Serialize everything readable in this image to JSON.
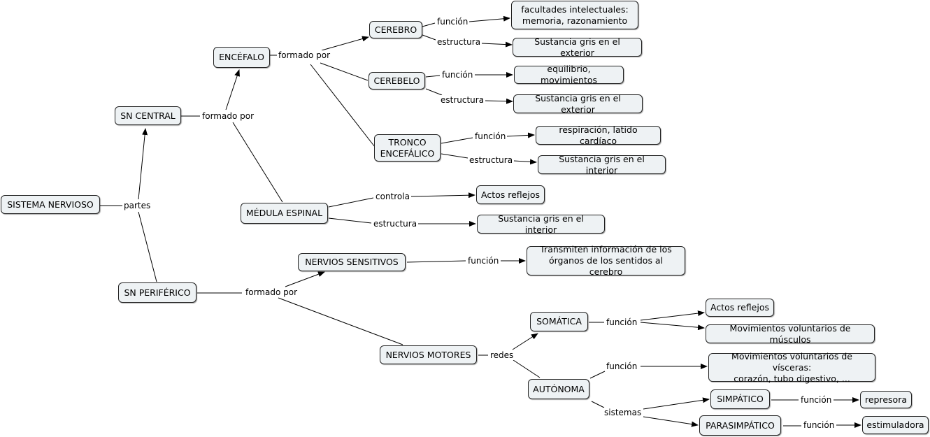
{
  "concepts": {
    "sistema_nervioso": "SISTEMA NERVIOSO",
    "sn_central": "SN CENTRAL",
    "sn_periferico": "SN PERIFÉRICO",
    "encefalo": "ENCÉFALO",
    "medula_espinal": "MÉDULA ESPINAL",
    "cerebro": "CEREBRO",
    "cerebelo": "CEREBELO",
    "tronco_encefalico": "TRONCO\nENCEFÁLICO",
    "cerebro_funcion": "facultades intelectuales:\nmemoria, razonamiento",
    "cerebro_estructura": "Sustancia gris en el exterior",
    "cerebelo_funcion": "equilibrio, movimientos",
    "cerebelo_estructura": "Sustancia gris en el exterior",
    "tronco_funcion": "respiración, latido cardíaco",
    "tronco_estructura": "Sustancia gris en el interior",
    "medula_controla": "Actos reflejos",
    "medula_estructura": "Sustancia gris en el interior",
    "nervios_sensitivos": "NERVIOS SENSITIVOS",
    "sensitivos_funcion": "Transmiten información de los\nórganos de los sentidos al cerebro",
    "nervios_motores": "NERVIOS MOTORES",
    "somatica": "SOMÁTICA",
    "somatica_f1": "Actos reflejos",
    "somatica_f2": "Movimientos voluntarios de músculos",
    "autonoma": "AUTÓNOMA",
    "autonoma_funcion": "Movimientos voluntarios de vísceras:\ncorazón, tubo digestivo, ...",
    "simpatico": "SIMPÁTICO",
    "parasimpatico": "PARASIMPÁTICO",
    "represora": "represora",
    "estimuladora": "estimuladora"
  },
  "links": {
    "partes": "partes",
    "central_formado_por": "formado por",
    "encefalo_formado_por": "formado por",
    "periferico_formado_por": "formado por",
    "cerebro_funcion": "función",
    "cerebro_estructura": "estructura",
    "cerebelo_funcion": "función",
    "cerebelo_estructura": "estructura",
    "tronco_funcion": "función",
    "tronco_estructura": "estructura",
    "medula_controla": "controla",
    "medula_estructura": "estructura",
    "sensitivos_funcion": "función",
    "motores_redes": "redes",
    "somatica_funcion": "función",
    "autonoma_funcion": "función",
    "autonoma_sistemas": "sistemas",
    "simpatico_funcion": "función",
    "parasimpatico_funcion": "función"
  },
  "colors": {
    "node_fill": "#eef2f4",
    "node_border": "#222222",
    "line": "#000000"
  }
}
